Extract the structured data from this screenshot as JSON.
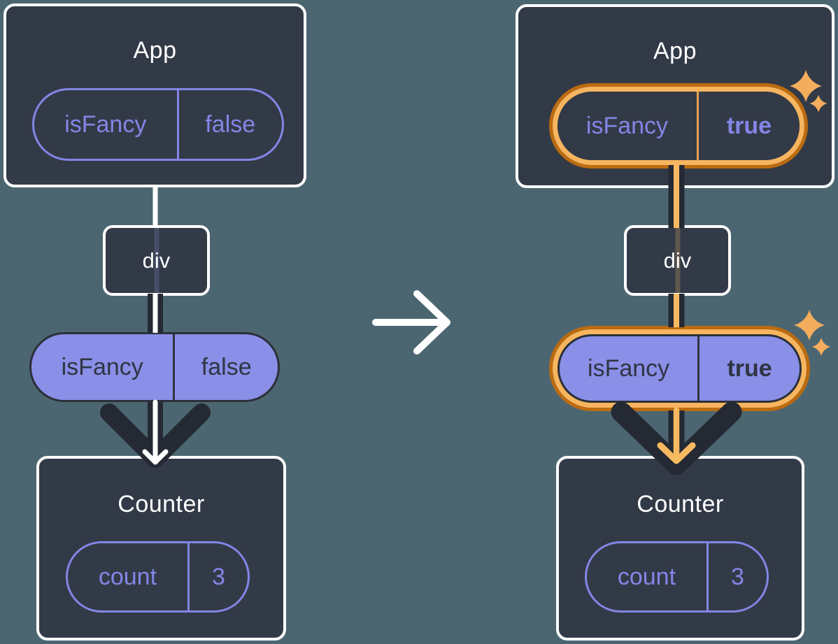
{
  "colors": {
    "background": "#4C6671",
    "card": "#333A47",
    "card_border": "#FFFFFF",
    "purple": "#8286E6",
    "purple_fill": "#8A8FE8",
    "dark_text": "#2F3542",
    "arrow_dark": "#242933",
    "orange": "#F8BA60",
    "orange_deep": "#BC6B10",
    "sparkle": "#F3AD5C"
  },
  "icons": {
    "transition": "arrow-right-icon",
    "flow": "arrow-down-icon",
    "highlight": "sparkles-icon"
  },
  "before": {
    "app": {
      "title": "App",
      "state_pill": {
        "name": "isFancy",
        "value": "false"
      }
    },
    "div_box": {
      "label": "div"
    },
    "prop_pill": {
      "name": "isFancy",
      "value": "false"
    },
    "counter": {
      "title": "Counter",
      "state_pill": {
        "name": "count",
        "value": "3"
      }
    }
  },
  "after": {
    "app": {
      "title": "App",
      "state_pill": {
        "name": "isFancy",
        "value": "true"
      }
    },
    "div_box": {
      "label": "div"
    },
    "prop_pill": {
      "name": "isFancy",
      "value": "true"
    },
    "counter": {
      "title": "Counter",
      "state_pill": {
        "name": "count",
        "value": "3"
      }
    }
  }
}
